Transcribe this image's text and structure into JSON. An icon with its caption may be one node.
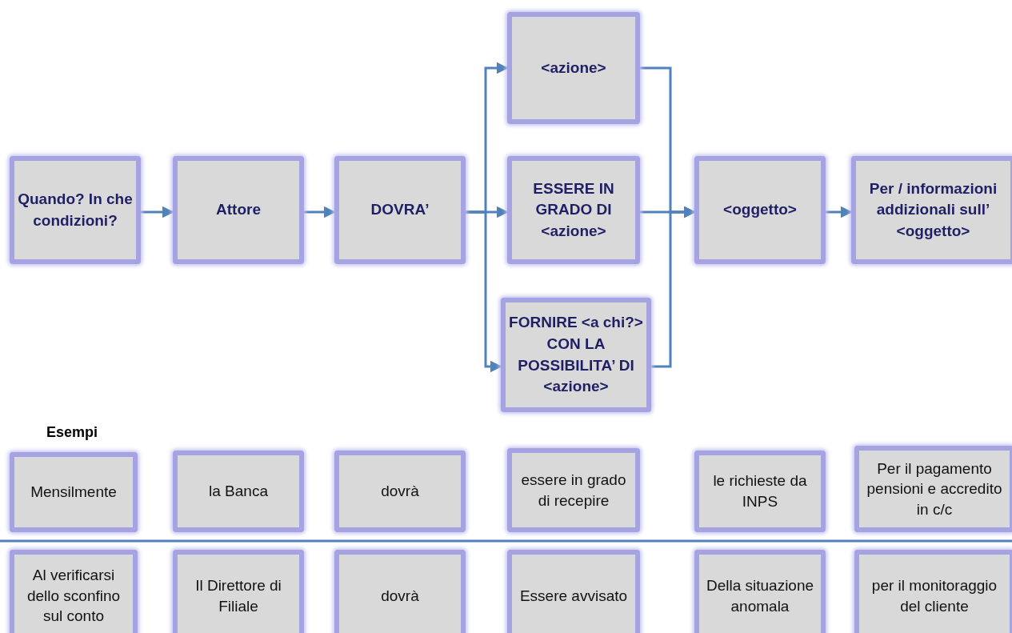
{
  "diagram": {
    "nodes": [
      {
        "text": [
          "Quando? In che condizioni?"
        ]
      },
      {
        "text": [
          "Attore"
        ]
      },
      {
        "text": [
          "DOVRA’"
        ]
      },
      {
        "text": [
          "<azione>"
        ]
      },
      {
        "text": [
          "ESSERE IN GRADO DI <azione>"
        ]
      },
      {
        "text": [
          "FORNIRE <a chi?> CON LA POSSIBILITA’ DI <azione>"
        ]
      },
      {
        "text": [
          "<oggetto>"
        ]
      },
      {
        "text": [
          "Per / informazioni addizionali sull’ <oggetto>"
        ]
      },
      {
        "text": [
          "Mensilmente"
        ]
      },
      {
        "text": [
          "la Banca"
        ]
      },
      {
        "text": [
          "dovrà"
        ]
      },
      {
        "text": [
          "essere in grado di recepire"
        ]
      },
      {
        "text": [
          "le richieste da  INPS"
        ]
      },
      {
        "text": [
          "Per il pagamento pensioni e accredito in c/c"
        ]
      },
      {
        "text": [
          "Al verificarsi dello sconfino sul conto"
        ]
      },
      {
        "text": [
          "Il Direttore di Filiale"
        ]
      },
      {
        "text": [
          "dovrà"
        ]
      },
      {
        "text": [
          "Essere avvisato"
        ]
      },
      {
        "text": [
          "Della situazione anomala"
        ]
      },
      {
        "text": [
          "per il monitoraggio del cliente"
        ]
      }
    ],
    "edges": [
      {
        "from": 0,
        "to": 1,
        "arrow": "to"
      },
      {
        "from": 1,
        "to": 2,
        "arrow": "to"
      },
      {
        "from": 2,
        "to": 3,
        "arrow": "to"
      },
      {
        "from": 2,
        "to": 4,
        "arrow": "to"
      },
      {
        "from": 2,
        "to": 5,
        "arrow": "to"
      },
      {
        "from": 3,
        "to": 6,
        "arrow": "to"
      },
      {
        "from": 4,
        "to": 6,
        "arrow": "to"
      },
      {
        "from": 5,
        "to": 6,
        "arrow": "to"
      },
      {
        "from": 6,
        "to": 7,
        "arrow": "to"
      }
    ],
    "labels": [
      "Esempi"
    ]
  }
}
